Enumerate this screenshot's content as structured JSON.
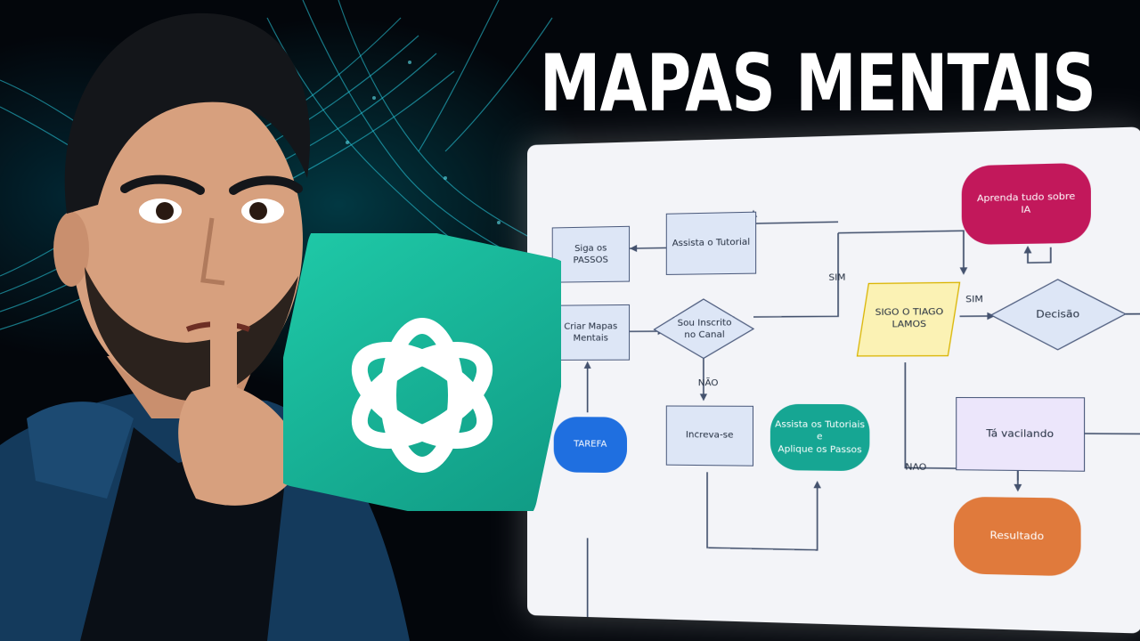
{
  "title": "MAPAS MENTAIS",
  "colors": {
    "accent_teal": "#16b79c",
    "node_blue": "#1f6fe0",
    "node_pink": "#c2185b",
    "node_orange": "#e07a3c",
    "node_purple": "#ece6fb",
    "node_yellow": "#fbf2b4"
  },
  "flowchart": {
    "nodes": {
      "siga_passos": "Siga os PASSOS",
      "assista_tutorial": "Assista o Tutorial",
      "criar_mapas": "Criar Mapas Mentais",
      "sou_inscrito_1": "Sou Inscrito",
      "sou_inscrito_2": "no Canal",
      "tarefa": "TAREFA",
      "increva_se": "Increva-se",
      "assista_tutoriais_1": "Assista os Tutoriais e",
      "assista_tutoriais_2": "Aplique os Passos",
      "sigo_tiago_1": "SIGO O TIAGO",
      "sigo_tiago_2": "LAMOS",
      "aprenda_1": "Aprenda tudo sobre",
      "aprenda_2": "IA",
      "decisao": "Decisão",
      "ta_vacilando": "Tá vacilando",
      "resultado": "Resultado"
    },
    "labels": {
      "sim_top": "SIM",
      "sim_right": "SIM",
      "nao_mid": "NÃO",
      "nao_bottom": "NAO"
    }
  },
  "icons": {
    "logo": "chatgpt-logo-icon",
    "gesture": "shush-gesture"
  }
}
